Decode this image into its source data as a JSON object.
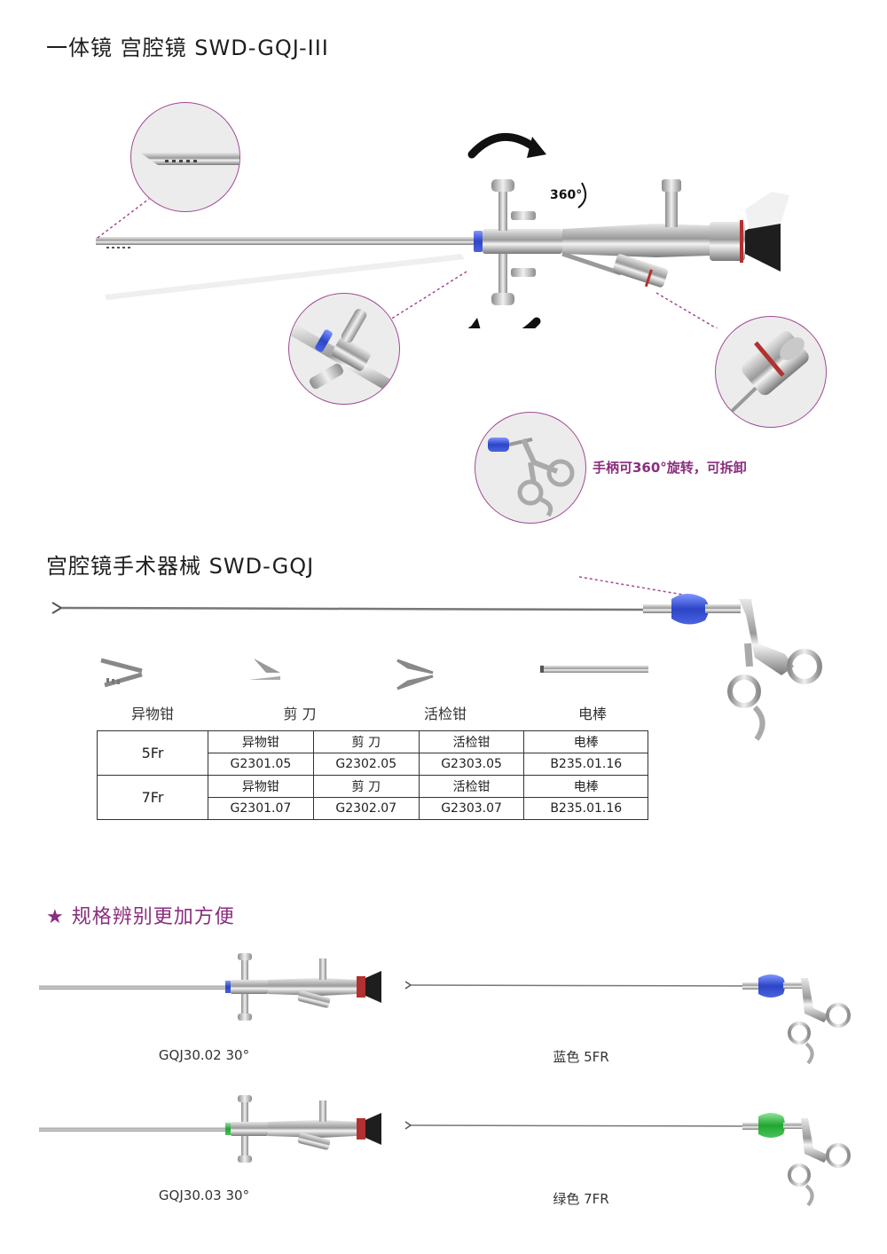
{
  "section1": {
    "title": "一体镜  宫腔镜  SWD-GQJ-III",
    "rotation_label": "360°"
  },
  "handle_note": "手柄可360°旋转，可拆卸",
  "section2": {
    "title": "宫腔镜手术器械  SWD-GQJ",
    "tools": [
      {
        "label": "异物钳"
      },
      {
        "label": "剪 刀"
      },
      {
        "label": "活检钳"
      },
      {
        "label": "电棒"
      }
    ]
  },
  "spec_table": {
    "rows": [
      {
        "size": "5Fr",
        "names": [
          "异物钳",
          "剪 刀",
          "活检钳",
          "电棒"
        ],
        "codes": [
          "G2301.05",
          "G2302.05",
          "G2303.05",
          "B235.01.16"
        ]
      },
      {
        "size": "7Fr",
        "names": [
          "异物钳",
          "剪 刀",
          "活检钳",
          "电棒"
        ],
        "codes": [
          "G2301.07",
          "G2302.07",
          "G2303.07",
          "B235.01.16"
        ]
      }
    ]
  },
  "section3": {
    "title": "★ 规格辨别更加方便",
    "items": [
      {
        "caption": "GQJ30.02   30°",
        "ring_color": "#3a55c8"
      },
      {
        "caption": "蓝色 5FR",
        "ring_color": "#3a55c8"
      },
      {
        "caption": "GQJ30.03   30°",
        "ring_color": "#2fae3e"
      },
      {
        "caption": "绿色 7FR",
        "ring_color": "#2fae3e"
      }
    ]
  },
  "colors": {
    "accent": "#8a2e7e",
    "blue": "#3a55c8",
    "green": "#2fae3e"
  }
}
